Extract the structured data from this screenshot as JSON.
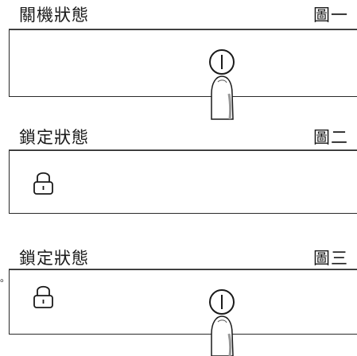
{
  "sections": [
    {
      "title": "關機狀態",
      "figure": "圖一"
    },
    {
      "title": "鎖定狀態",
      "figure": "圖二"
    },
    {
      "title": "鎖定狀態",
      "figure": "圖三"
    }
  ],
  "marker": "。",
  "icons": {
    "power": "power-icon",
    "lock": "lock-icon",
    "finger": "finger-icon"
  }
}
